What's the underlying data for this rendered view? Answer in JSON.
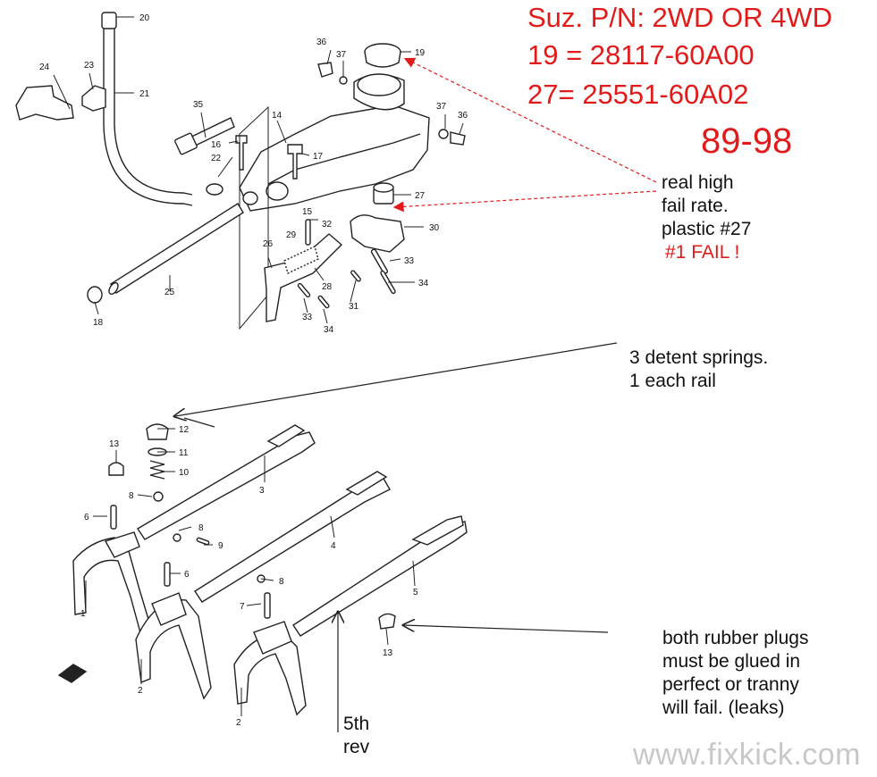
{
  "header": {
    "line1": "Suz. P/N:  2WD OR 4WD",
    "line2": "19 = 28117-60A00",
    "line3": "27=  25551-60A02",
    "years": "89-98"
  },
  "notes": {
    "fail": [
      "real high",
      "fail rate.",
      "plastic #27"
    ],
    "fail_red": "#1 FAIL !",
    "detent": [
      "3 detent springs.",
      "1 each rail"
    ],
    "plugs": [
      "both rubber plugs",
      "must be glued in",
      "perfect or tranny",
      "will fail. (leaks)"
    ],
    "rev": [
      "5th",
      "rev"
    ]
  },
  "watermark": "www.fixkick.com",
  "part_labels": {
    "p20": "20",
    "p24": "24",
    "p23": "23",
    "p21": "21",
    "p35": "35",
    "p16": "16",
    "p22": "22",
    "p14": "14",
    "p17": "17",
    "p36a": "36",
    "p37a": "37",
    "p19": "19",
    "p37b": "37",
    "p36b": "36",
    "p27": "27",
    "p30": "30",
    "p15": "15",
    "p32": "32",
    "p26": "26",
    "p29": "29",
    "p33a": "33",
    "p34a": "34",
    "p28": "28",
    "p31": "31",
    "p33b": "33",
    "p34b": "34",
    "p25": "25",
    "p18": "18",
    "p12": "12",
    "p11": "11",
    "p10": "10",
    "p13a": "13",
    "p8a": "8",
    "p3": "3",
    "p6a": "6",
    "p8b": "8",
    "p9": "9",
    "p4": "4",
    "p6b": "6",
    "p1": "1",
    "p8c": "8",
    "p7": "7",
    "p5": "5",
    "p13b": "13",
    "p2a": "2",
    "p2b": "2"
  },
  "colors": {
    "accent": "#e21a1a",
    "line": "#222222"
  }
}
